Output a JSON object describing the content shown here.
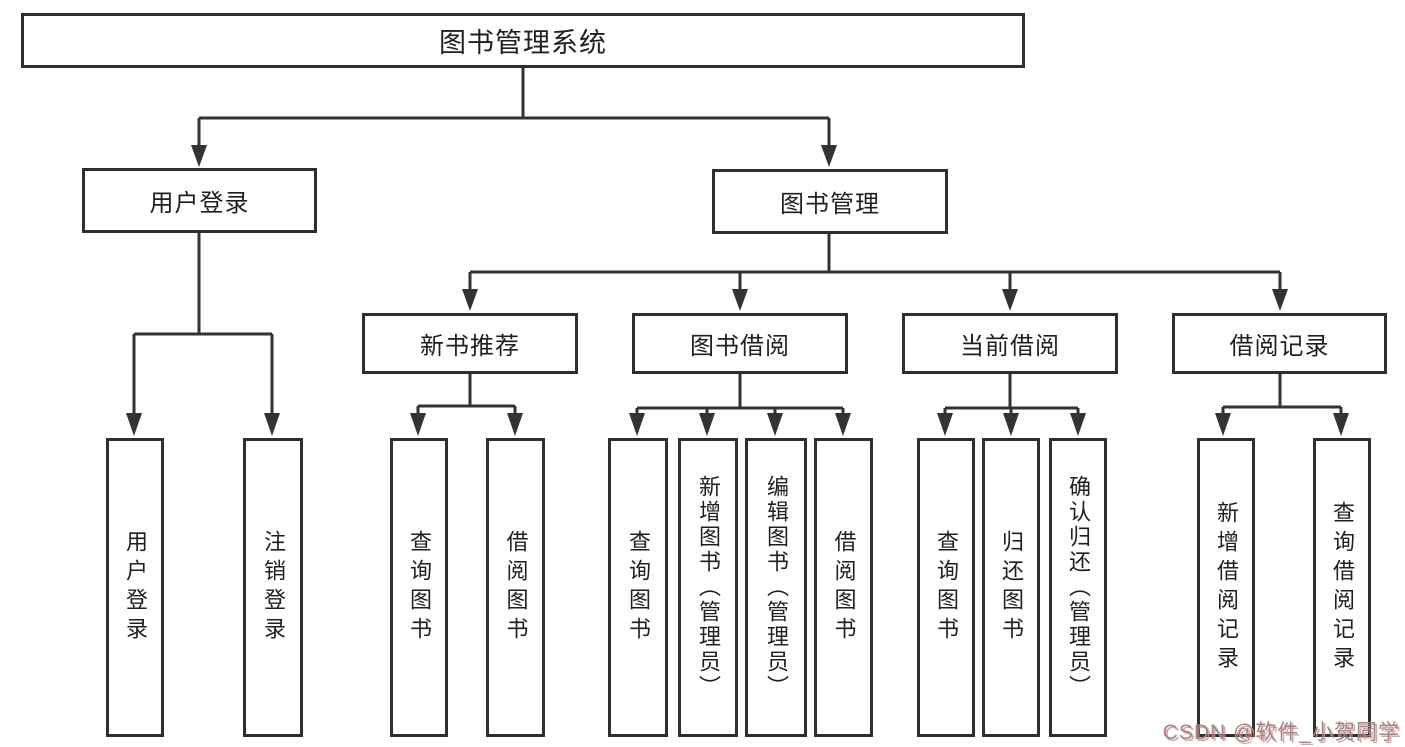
{
  "diagram": {
    "title": "图书管理系统",
    "level2": [
      {
        "label": "用户登录",
        "children": [
          "用户登录",
          "注销登录"
        ]
      },
      {
        "label": "图书管理"
      }
    ],
    "level3": [
      {
        "label": "新书推荐",
        "children": [
          "查询图书",
          "借阅图书"
        ]
      },
      {
        "label": "图书借阅",
        "children": [
          "查询图书",
          "新增图书（管理员）",
          "编辑图书（管理员）",
          "借阅图书"
        ]
      },
      {
        "label": "当前借阅",
        "children": [
          "查询图书",
          "归还图书",
          "确认归还（管理员）"
        ]
      },
      {
        "label": "借阅记录",
        "children": [
          "新增借阅记录",
          "查询借阅记录"
        ]
      }
    ]
  },
  "watermark": {
    "text": "CSDN @软件_小贺同学"
  },
  "colors": {
    "line": "#333333",
    "border": "#2e2e2e",
    "text": "#1f1f1f",
    "background": "#ffffff",
    "watermark_text": "#8f8f8f",
    "watermark_shadow": "#e77e7e"
  }
}
